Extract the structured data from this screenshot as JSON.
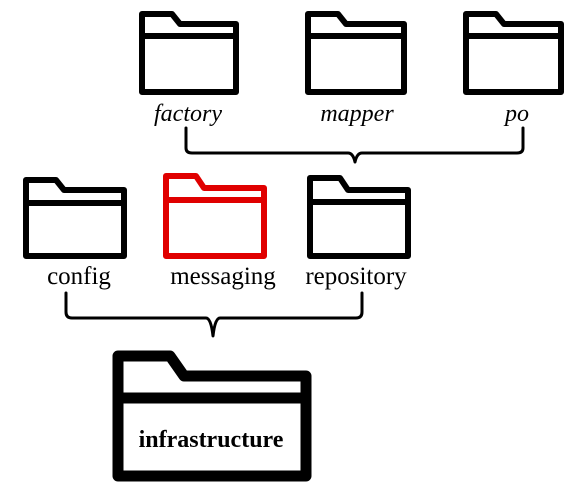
{
  "colors": {
    "default_folder": "#000000",
    "highlight_folder": "#e00000",
    "background": "#ffffff"
  },
  "icons": {
    "folder": "folder-icon"
  },
  "folders": {
    "factory": {
      "label": "factory",
      "style": "italic",
      "highlighted": false
    },
    "mapper": {
      "label": "mapper",
      "style": "italic",
      "highlighted": false
    },
    "po": {
      "label": "po",
      "style": "italic",
      "highlighted": false
    },
    "config": {
      "label": "config",
      "style": "regular",
      "highlighted": false
    },
    "messaging": {
      "label": "messaging",
      "style": "regular",
      "highlighted": true
    },
    "repository": {
      "label": "repository",
      "style": "regular",
      "highlighted": false
    },
    "infrastructure": {
      "label": "infrastructure",
      "style": "bold",
      "highlighted": false
    }
  }
}
